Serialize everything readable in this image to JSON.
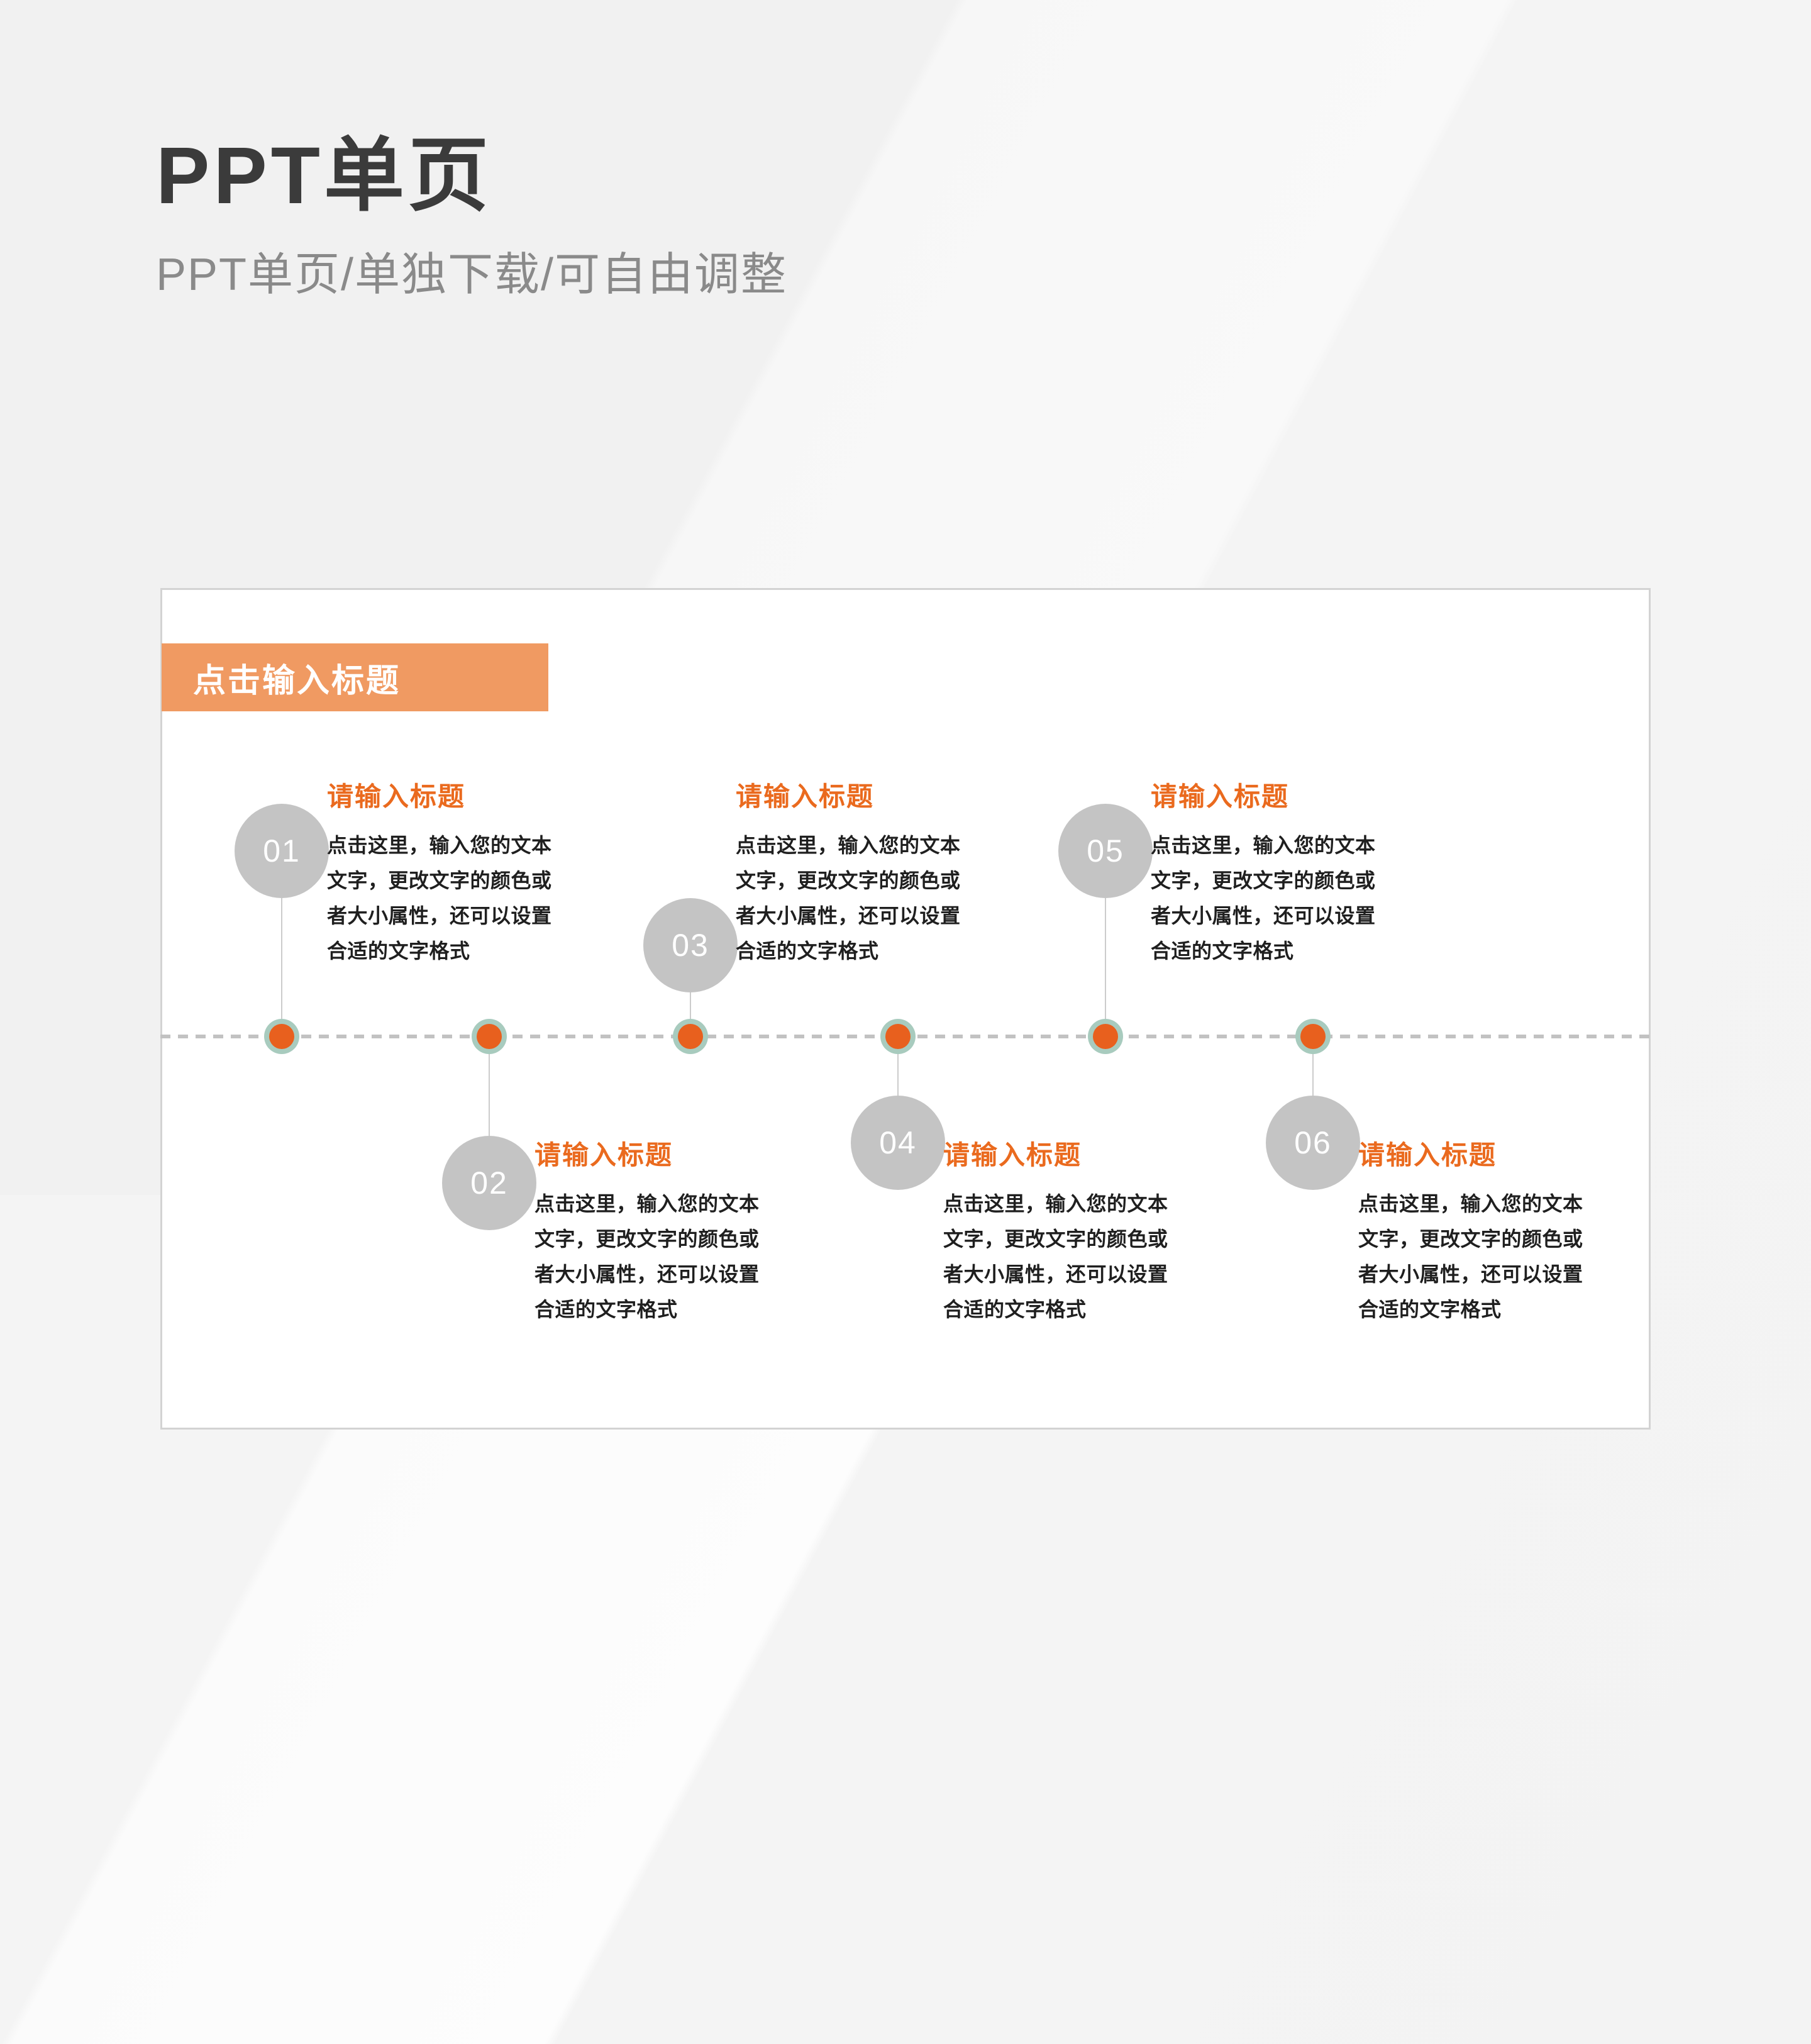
{
  "header": {
    "title": "PPT单页",
    "subtitle": "PPT单页/单独下载/可自由调整"
  },
  "slide": {
    "section_title": "点击输入标题",
    "items": [
      {
        "number": "01",
        "title": "请输入标题",
        "body": "点击这里，输入您的文本文字，更改文字的颜色或者大小属性，还可以设置合适的文字格式",
        "position": "above"
      },
      {
        "number": "02",
        "title": "请输入标题",
        "body": "点击这里，输入您的文本文字，更改文字的颜色或者大小属性，还可以设置合适的文字格式",
        "position": "below"
      },
      {
        "number": "03",
        "title": "请输入标题",
        "body": "点击这里，输入您的文本文字，更改文字的颜色或者大小属性，还可以设置合适的文字格式",
        "position": "above"
      },
      {
        "number": "04",
        "title": "请输入标题",
        "body": "点击这里，输入您的文本文字，更改文字的颜色或者大小属性，还可以设置合适的文字格式",
        "position": "below"
      },
      {
        "number": "05",
        "title": "请输入标题",
        "body": "点击这里，输入您的文本文字，更改文字的颜色或者大小属性，还可以设置合适的文字格式",
        "position": "above"
      },
      {
        "number": "06",
        "title": "请输入标题",
        "body": "点击这里，输入您的文本文字，更改文字的颜色或者大小属性，还可以设置合适的文字格式",
        "position": "below"
      }
    ]
  },
  "colors": {
    "accent_orange": "#ea6a1e",
    "badge_orange": "#f09a62",
    "dot_core": "#e8601e",
    "dot_ring": "#a8cbbe",
    "number_circle": "#c4c4c4",
    "axis_gray": "#c2c2c2",
    "title_dark": "#3b3b3b",
    "subtitle_gray": "#8a8a8a",
    "card_border": "#d3d3d3",
    "page_bg": "#f2f2f2"
  }
}
